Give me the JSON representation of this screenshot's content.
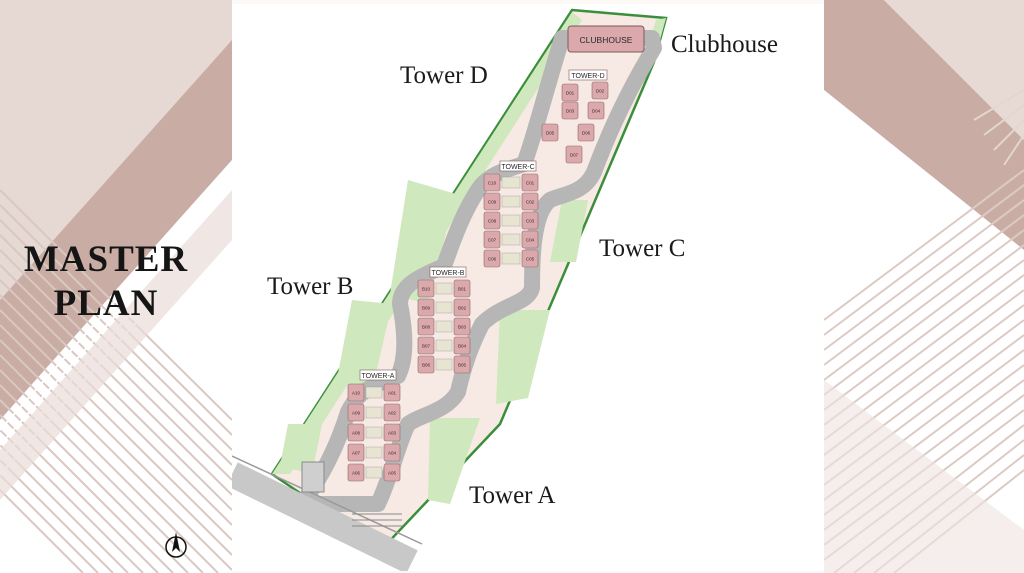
{
  "slide": {
    "title_line1": "MASTER",
    "title_line2": "PLAN"
  },
  "callouts": {
    "clubhouse": "Clubhouse",
    "tower_a": "Tower A",
    "tower_b": "Tower B",
    "tower_c": "Tower C",
    "tower_d": "Tower D"
  },
  "plan_labels": {
    "clubhouse_box": "CLUBHOUSE",
    "tower_a": "TOWER-A",
    "tower_b": "TOWER-B",
    "tower_c": "TOWER-C",
    "tower_d": "TOWER-D"
  },
  "units": {
    "tower_a": [
      "A10",
      "A01",
      "A09",
      "A02",
      "A08",
      "A03",
      "A07",
      "A04",
      "A06",
      "A05"
    ],
    "tower_b": [
      "B10",
      "B01",
      "B09",
      "B02",
      "B08",
      "B03",
      "B07",
      "B04",
      "B06",
      "B05"
    ],
    "tower_c": [
      "C10",
      "C01",
      "C09",
      "C02",
      "C08",
      "C03",
      "C07",
      "C04",
      "C06",
      "C05"
    ],
    "tower_d": [
      "D01",
      "D02",
      "D03",
      "D04",
      "D05",
      "D06",
      "D07"
    ]
  },
  "colors": {
    "panel_taupe": "#c9ada4",
    "panel_light": "#efe5e1",
    "road": "#b6b6b6",
    "site": "#f7e9e3",
    "green": "#cfe8bd",
    "boundary": "#3b8f3b",
    "tower": "#dba8ac"
  },
  "icons": {
    "compass": "north-arrow-icon"
  }
}
